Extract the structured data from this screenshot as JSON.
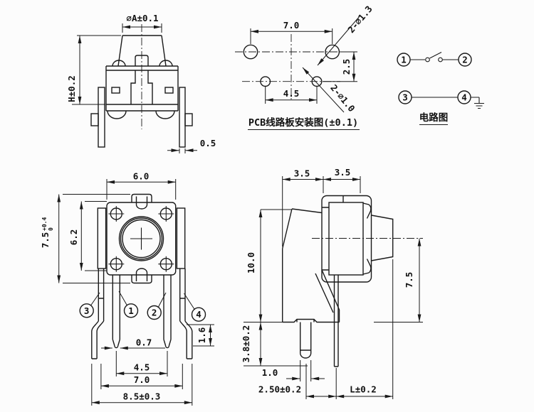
{
  "colors": {
    "background": "#fcfcfc",
    "line": "#1a1a1a"
  },
  "front_view": {
    "dim_cap_diameter": "⌀A±0.1",
    "dim_height": "H±0.2",
    "dim_bracket_thickness": "0.5"
  },
  "pcb_view": {
    "caption": "PCB线路板安装图(±0.1)",
    "dim_pitch_x": "7.0",
    "dim_pitch_y": "2.5",
    "dim_pitch_inner": "4.5",
    "label_holes_large": "2-⌀1.3",
    "label_holes_small": "2-⌀1.0"
  },
  "circuit_view": {
    "caption": "电路图",
    "pin1": "1",
    "pin2": "2",
    "pin3": "3",
    "pin4": "4"
  },
  "top_view": {
    "dim_width": "6.0",
    "dim_height": "7.5",
    "dim_height_tol_plus": "+0.4",
    "dim_height_tol_minus": "0",
    "dim_inner_height": "6.2",
    "dim_pin_width": "0.7",
    "dim_pitch_inner": "4.5",
    "dim_pitch_outer": "7.0",
    "dim_overall": "8.5±0.3",
    "dim_bend": "1.6",
    "pin1": "1",
    "pin2": "2",
    "pin3": "3",
    "pin4": "4"
  },
  "side_view": {
    "dim_top_left": "3.5",
    "dim_top_right": "3.5",
    "dim_height": "10.0",
    "dim_actuator_height": "7.5",
    "dim_seat": "3.8±0.2",
    "dim_leg_width": "1.0",
    "dim_leg_pitch": "2.50±0.2",
    "dim_length": "L±0.2"
  }
}
